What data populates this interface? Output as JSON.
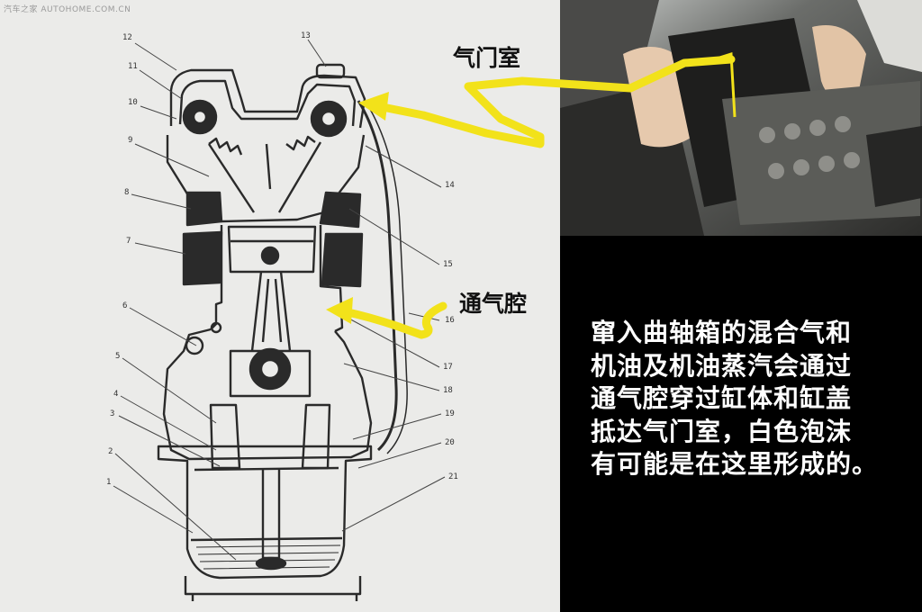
{
  "watermark": "汽车之家 AUTOHOME.COM.CN",
  "diagram": {
    "part_numbers": [
      "1",
      "2",
      "3",
      "4",
      "5",
      "6",
      "7",
      "8",
      "9",
      "10",
      "11",
      "12",
      "13",
      "14",
      "15",
      "16",
      "17",
      "18",
      "19",
      "20",
      "21"
    ]
  },
  "callouts": {
    "valve_chamber": "气门室",
    "ventilation_cavity": "通气腔"
  },
  "caption": {
    "lines": [
      "窜入曲轴箱的混合气和",
      "机油及机油蒸汽会通过",
      "通气腔穿过缸体和缸盖",
      "抵达气门室，白色泡沫",
      "有可能是在这里形成的。"
    ]
  },
  "colors": {
    "arrow_yellow": "#f2e21a",
    "diagram_bg": "#ebebe9",
    "line_art": "#2a2a2a",
    "text_panel_bg": "#000000",
    "caption_text": "#ffffff"
  }
}
